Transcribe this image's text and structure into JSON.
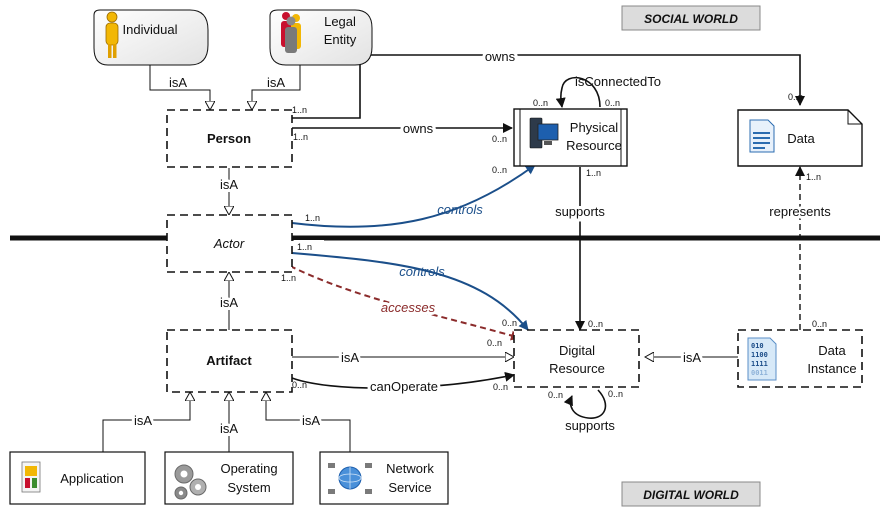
{
  "worlds": {
    "social": "SOCIAL WORLD",
    "digital": "DIGITAL WORLD"
  },
  "entities": {
    "individual": "Individual",
    "legal_entity_line1": "Legal",
    "legal_entity_line2": "Entity",
    "person": "Person",
    "actor": "Actor",
    "artifact": "Artifact",
    "physical_resource_line1": "Physical",
    "physical_resource_line2": "Resource",
    "data": "Data",
    "digital_resource_line1": "Digital",
    "digital_resource_line2": "Resource",
    "data_instance_line1": "Data",
    "data_instance_line2": "Instance",
    "application": "Application",
    "operating_system_line1": "Operating",
    "operating_system_line2": "System",
    "network_service_line1": "Network",
    "network_service_line2": "Service"
  },
  "relations": {
    "isA": "isA",
    "owns": "owns",
    "isConnectedTo": "isConnectedTo",
    "controls": "controls",
    "accesses": "accesses",
    "supports": "supports",
    "represents": "represents",
    "canOperate": "canOperate"
  },
  "multiplicities": {
    "one_to_n": "1..n",
    "zero_to_n": "0..n"
  },
  "colors": {
    "controls": "#1b4f8a",
    "accesses": "#8b2b2b",
    "divider": "#111111"
  },
  "icons": [
    "person-yellow-icon",
    "people-group-icon",
    "computer-icon",
    "document-icon",
    "binary-data-icon",
    "application-icon",
    "gears-icon",
    "network-globe-icon"
  ]
}
